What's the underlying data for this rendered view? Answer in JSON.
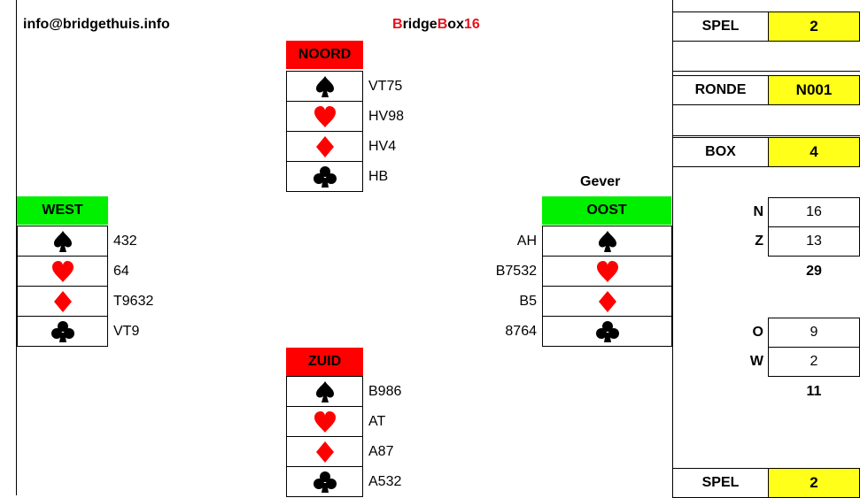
{
  "header": {
    "email": "info@bridgethuis.info",
    "title_parts": [
      {
        "text": "B",
        "color": "red"
      },
      {
        "text": "ridge",
        "color": "black"
      },
      {
        "text": "B",
        "color": "red"
      },
      {
        "text": "ox",
        "color": "black"
      },
      {
        "text": "16",
        "color": "red"
      }
    ]
  },
  "colors": {
    "north_south": "#ff0000",
    "east_west": "#00f000",
    "value_bg": "#ffff1a",
    "red_suit": "#ff0000",
    "black_suit": "#000000"
  },
  "dealer_label": "Gever",
  "hands": {
    "north": {
      "seat": "NOORD",
      "spades": "VT75",
      "hearts": "HV98",
      "diamonds": "HV4",
      "clubs": "HB"
    },
    "west": {
      "seat": "WEST",
      "spades": "432",
      "hearts": "64",
      "diamonds": "T9632",
      "clubs": "VT9"
    },
    "east": {
      "seat": "OOST",
      "spades": "AH",
      "hearts": "B7532",
      "diamonds": "B5",
      "clubs": "8764"
    },
    "south": {
      "seat": "ZUID",
      "spades": "B986",
      "hearts": "AT",
      "diamonds": "A87",
      "clubs": "A532"
    }
  },
  "panel": {
    "spel_label": "SPEL",
    "spel_value": "2",
    "ronde_label": "RONDE",
    "ronde_value": "N001",
    "box_label": "BOX",
    "box_value": "4",
    "spel_bottom_label": "SPEL",
    "spel_bottom_value": "2"
  },
  "points": {
    "n_label": "N",
    "n_value": "16",
    "z_label": "Z",
    "z_value": "13",
    "ns_total": "29",
    "o_label": "O",
    "o_value": "9",
    "w_label": "W",
    "w_value": "2",
    "ow_total": "11"
  },
  "icons": [
    "spade-icon",
    "heart-icon",
    "diamond-icon",
    "club-icon"
  ]
}
